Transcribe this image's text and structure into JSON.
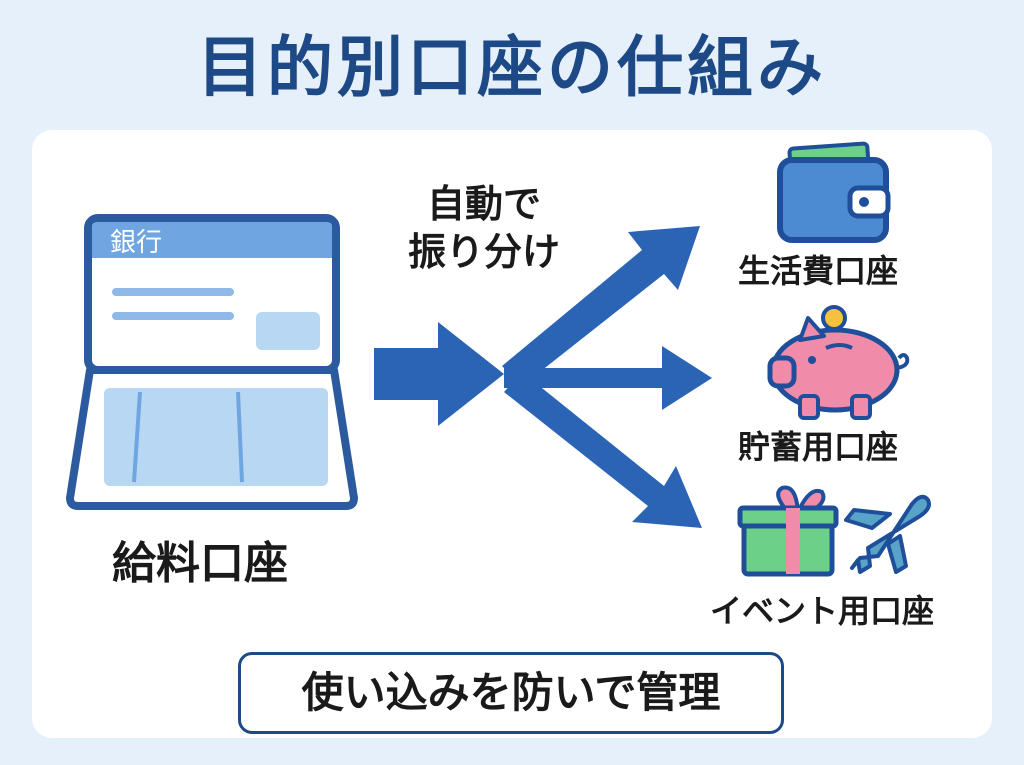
{
  "title": "目的別口座の仕組み",
  "source": {
    "label": "給料口座",
    "bank_text": "銀行",
    "icon": "laptop-bank-icon"
  },
  "flow_label": [
    "自動で",
    "振り分け"
  ],
  "destinations": [
    {
      "label": "生活費口座",
      "icon": "wallet-icon"
    },
    {
      "label": "貯蓄用口座",
      "icon": "piggy-bank-icon"
    },
    {
      "label": "イベント用口座",
      "icon": "gift-and-airplane-icon"
    }
  ],
  "bottom_note": "使い込みを防いで管理",
  "colors": {
    "title": "#1d4a86",
    "arrow": "#2b64b4",
    "laptop_border": "#2c5a9e",
    "laptop_header": "#6fa6e2",
    "piggy": "#f08caa",
    "gift": "#6cd089",
    "airplane": "#5aa3c8"
  }
}
